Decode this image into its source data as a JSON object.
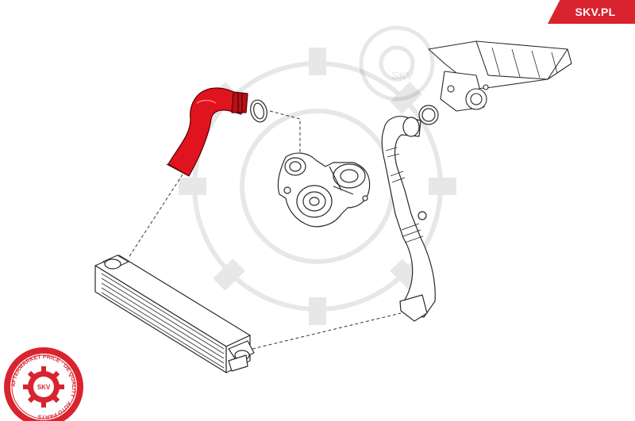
{
  "brand": {
    "site_label": "SKV.PL",
    "accent_color": "#d9232e",
    "watermark_text": "SKV"
  },
  "badge": {
    "center_text": "SKV",
    "ring_text": "AFTERMARKET PRICE · OE QUALITY · AUTO PARTS",
    "icon": "gear-icon"
  },
  "diagram": {
    "highlight_color": "#e0141e",
    "line_color": "#2a2a2a"
  }
}
